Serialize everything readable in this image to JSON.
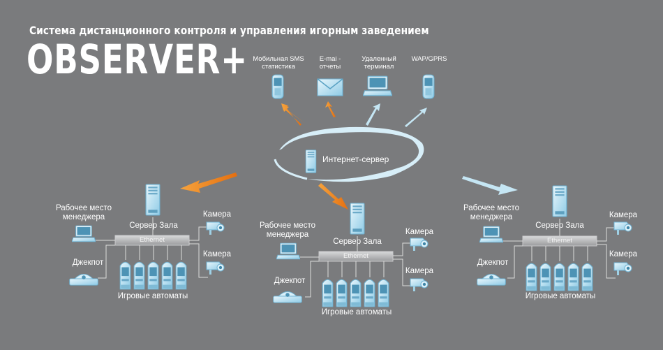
{
  "header": {
    "subtitle": "Система дистанционного контроля и управления игорным заведением",
    "title": "OBSERVER+"
  },
  "clients": [
    {
      "line1": "Мобильная SMS",
      "line2": "статистика"
    },
    {
      "line1": "E-mai -",
      "line2": "отчеты"
    },
    {
      "line1": "Удаленный",
      "line2": "терминал"
    },
    {
      "line1": "WAP/GPRS",
      "line2": ""
    }
  ],
  "server": {
    "label": "Интернет-сервер"
  },
  "halls": [
    {
      "workplace_line1": "Рабочее место",
      "workplace_line2": "менеджера",
      "hall_server": "Сервер Зала",
      "network": "Ethernet",
      "jackpot": "Джекпот",
      "machines": "Игровые автоматы",
      "camera1": "Камера",
      "camera2": "Камера"
    },
    {
      "workplace_line1": "Рабочее место",
      "workplace_line2": "менеджера",
      "hall_server": "Сервер Зала",
      "network": "Ethernet",
      "jackpot": "Джекпот",
      "machines": "Игровые автоматы",
      "camera1": "Камера",
      "camera2": "Камера"
    },
    {
      "workplace_line1": "Рабочее место",
      "workplace_line2": "менеджера",
      "hall_server": "Сервер Зала",
      "network": "Ethernet",
      "jackpot": "Джекпот",
      "machines": "Игровые автоматы",
      "camera1": "Камера",
      "camera2": "Камера"
    }
  ],
  "colors": {
    "background": "#7a7b7d",
    "device": "#bfe3f3",
    "arrow_orange": "#f08a1d",
    "arrow_blue": "#b9e0f0"
  }
}
